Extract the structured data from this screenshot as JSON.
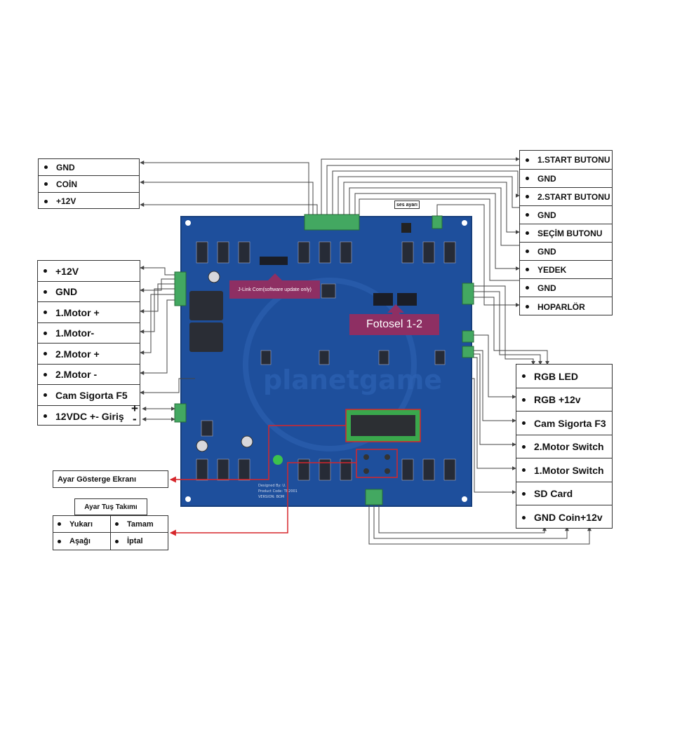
{
  "top_left_box": [
    "GND",
    "COİN",
    "+12V"
  ],
  "left_box": [
    "+12V",
    "GND",
    "1.Motor +",
    "1.Motor-",
    "2.Motor +",
    "2.Motor -",
    "Cam Sigorta F5",
    "12VDC +- Giriş"
  ],
  "left_polarity": {
    "plus": "+",
    "minus": "-"
  },
  "top_right_box": [
    "1.START BUTONU",
    "GND",
    "2.START BUTONU",
    "GND",
    "SEÇİM BUTONU",
    "GND",
    "YEDEK",
    "GND",
    "HOPARLÖR"
  ],
  "right_box": [
    "RGB LED",
    "RGB +12v",
    "Cam Sigorta F3",
    "2.Motor Switch",
    "1.Motor Switch",
    "SD Card",
    "GND Coin+12v"
  ],
  "ses_ayari": "ses ayarı",
  "jlink_label": "J-Link Com(software update only)",
  "fotosel_label": "Fotosel 1-2",
  "ayar_gosterge": "Ayar Gösterge Ekranı",
  "keypad": {
    "title": "Ayar Tuş Takımı",
    "keys": [
      "Yukarı",
      "Tamam",
      "Aşağı",
      "İptal"
    ]
  },
  "board": {
    "silkscreen": [
      "Designed By: U.",
      "Product Code: TB2001",
      "VERSION: BOM"
    ],
    "watermark": "planetgame"
  },
  "colors": {
    "board": "#1e4f9c",
    "callout": "#8e2f63",
    "red_wire": "#d6262b",
    "wire": "#444444",
    "connector": "#43a861"
  }
}
